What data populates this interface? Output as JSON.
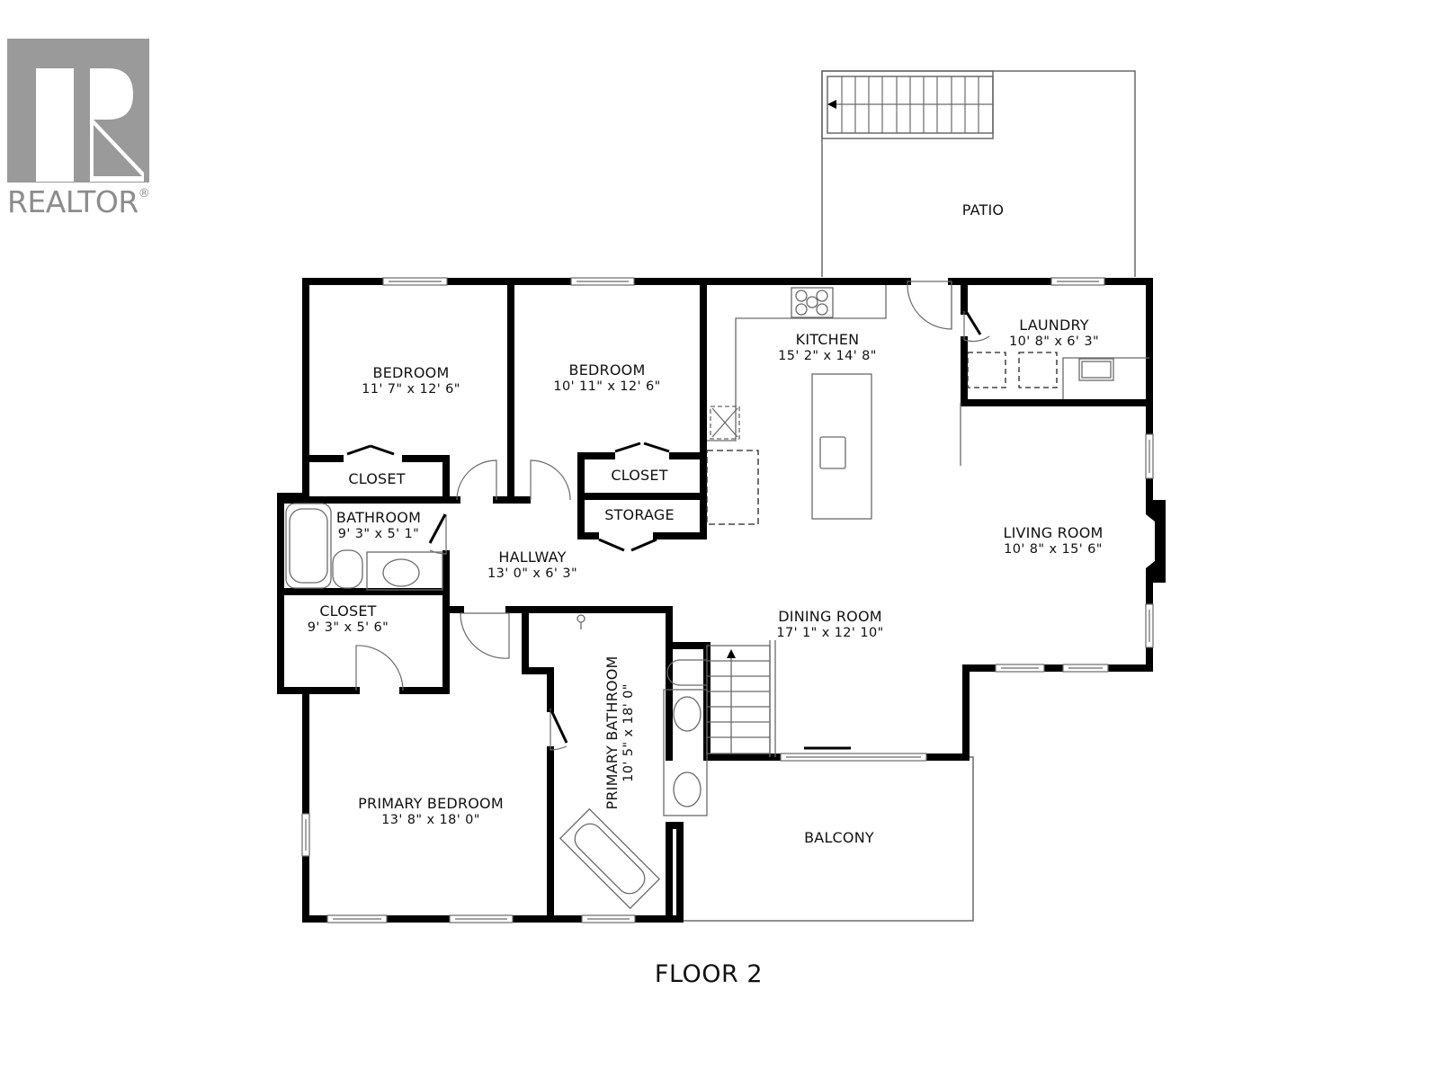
{
  "logo": {
    "wordmark": "REALTOR",
    "registered_mark": "®",
    "color": "#9a9a9a"
  },
  "floor_title": "FLOOR 2",
  "rooms": {
    "patio": {
      "name": "PATIO"
    },
    "bedroom_1": {
      "name": "BEDROOM",
      "dimensions": "11' 7\" x 12' 6\""
    },
    "bedroom_2": {
      "name": "BEDROOM",
      "dimensions": "10' 11\" x 12' 6\""
    },
    "kitchen": {
      "name": "KITCHEN",
      "dimensions": "15' 2\" x 14' 8\""
    },
    "laundry": {
      "name": "LAUNDRY",
      "dimensions": "10' 8\" x 6' 3\""
    },
    "closet_1": {
      "name": "CLOSET"
    },
    "closet_2": {
      "name": "CLOSET"
    },
    "storage": {
      "name": "STORAGE"
    },
    "bathroom": {
      "name": "BATHROOM",
      "dimensions": "9' 3\" x 5' 1\""
    },
    "hallway": {
      "name": "HALLWAY",
      "dimensions": "13' 0\" x 6' 3\""
    },
    "living_room": {
      "name": "LIVING ROOM",
      "dimensions": "10' 8\" x 15' 6\""
    },
    "closet_3": {
      "name": "CLOSET",
      "dimensions": "9' 3\" x 5' 6\""
    },
    "dining_room": {
      "name": "DINING ROOM",
      "dimensions": "17' 1\" x 12' 10\""
    },
    "primary_bathroom": {
      "name": "PRIMARY BATHROOM",
      "dimensions": "10' 5\" x 18' 0\""
    },
    "primary_bedroom": {
      "name": "PRIMARY BEDROOM",
      "dimensions": "13' 8\" x 18' 0\""
    },
    "balcony": {
      "name": "BALCONY"
    }
  },
  "colors": {
    "wall": "#000000",
    "fixture_line": "#555555",
    "background": "#ffffff"
  }
}
